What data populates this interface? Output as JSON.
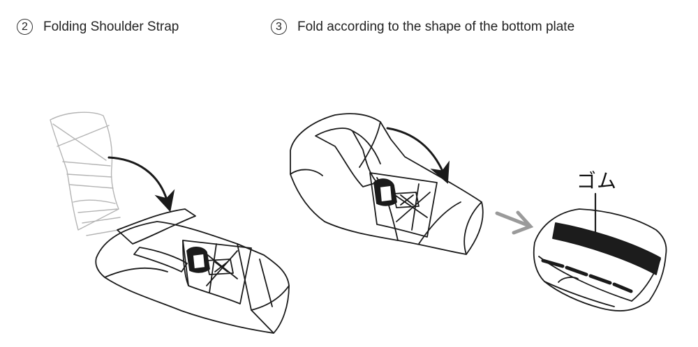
{
  "steps": [
    {
      "number": "2",
      "label": "Folding Shoulder Strap"
    },
    {
      "number": "3",
      "label": "Fold according to the shape of the bottom plate"
    }
  ],
  "callout": {
    "label": "ゴム"
  },
  "colors": {
    "line": "#1a1a1a",
    "faded_line": "#b0b0b0",
    "arrow_gray": "#9a9a9a",
    "band": "#1c1c1c"
  },
  "icons": [
    "curved-arrow-icon",
    "gray-arrow-icon"
  ]
}
